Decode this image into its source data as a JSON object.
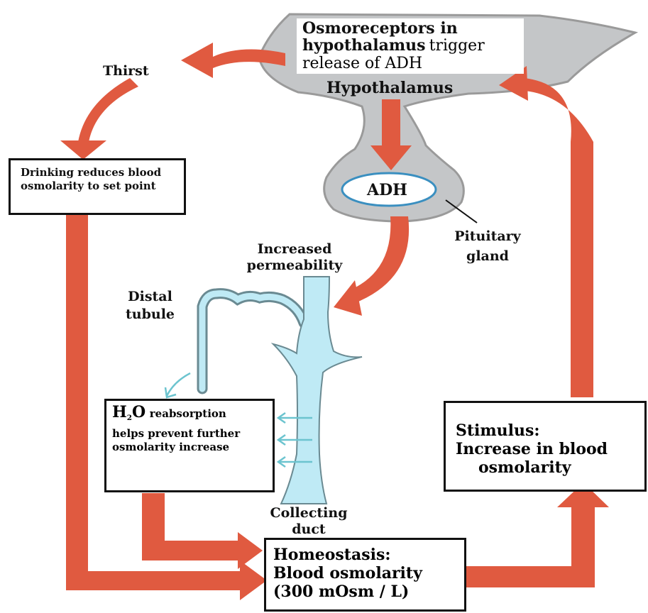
{
  "hypothalamus": {
    "osmoreceptors_bold": "Osmoreceptors in hypothalamus",
    "osmoreceptors_rest": "trigger release of ADH",
    "label": "Hypothalamus"
  },
  "pituitary": {
    "adh": "ADH",
    "label": "Pituitary gland"
  },
  "thirst": "Thirst",
  "drinking": "Drinking reduces blood osmolarity to set point",
  "permeability": "Increased permeability",
  "distal": "Distal tubule",
  "reabsorption": {
    "h": "H",
    "sub": "2",
    "o": "O",
    "suffix": "reabsorption",
    "rest": "helps prevent further osmolarity increase"
  },
  "collecting": "Collecting duct",
  "homeostasis": {
    "title": "Homeostasis:",
    "line1": "Blood osmolarity",
    "line2": "(300 mOsm / L)"
  },
  "stimulus": {
    "title": "Stimulus:",
    "line1": "Increase in blood",
    "line2": "osmolarity"
  },
  "colors": {
    "arrow": "#e05a40",
    "gland": "#c4c6c8",
    "gland_outline": "#9a9a9a",
    "duct": "#bfeaf5",
    "duct_outline": "#6a8a92",
    "small_arrows": "#6cc4cf"
  }
}
